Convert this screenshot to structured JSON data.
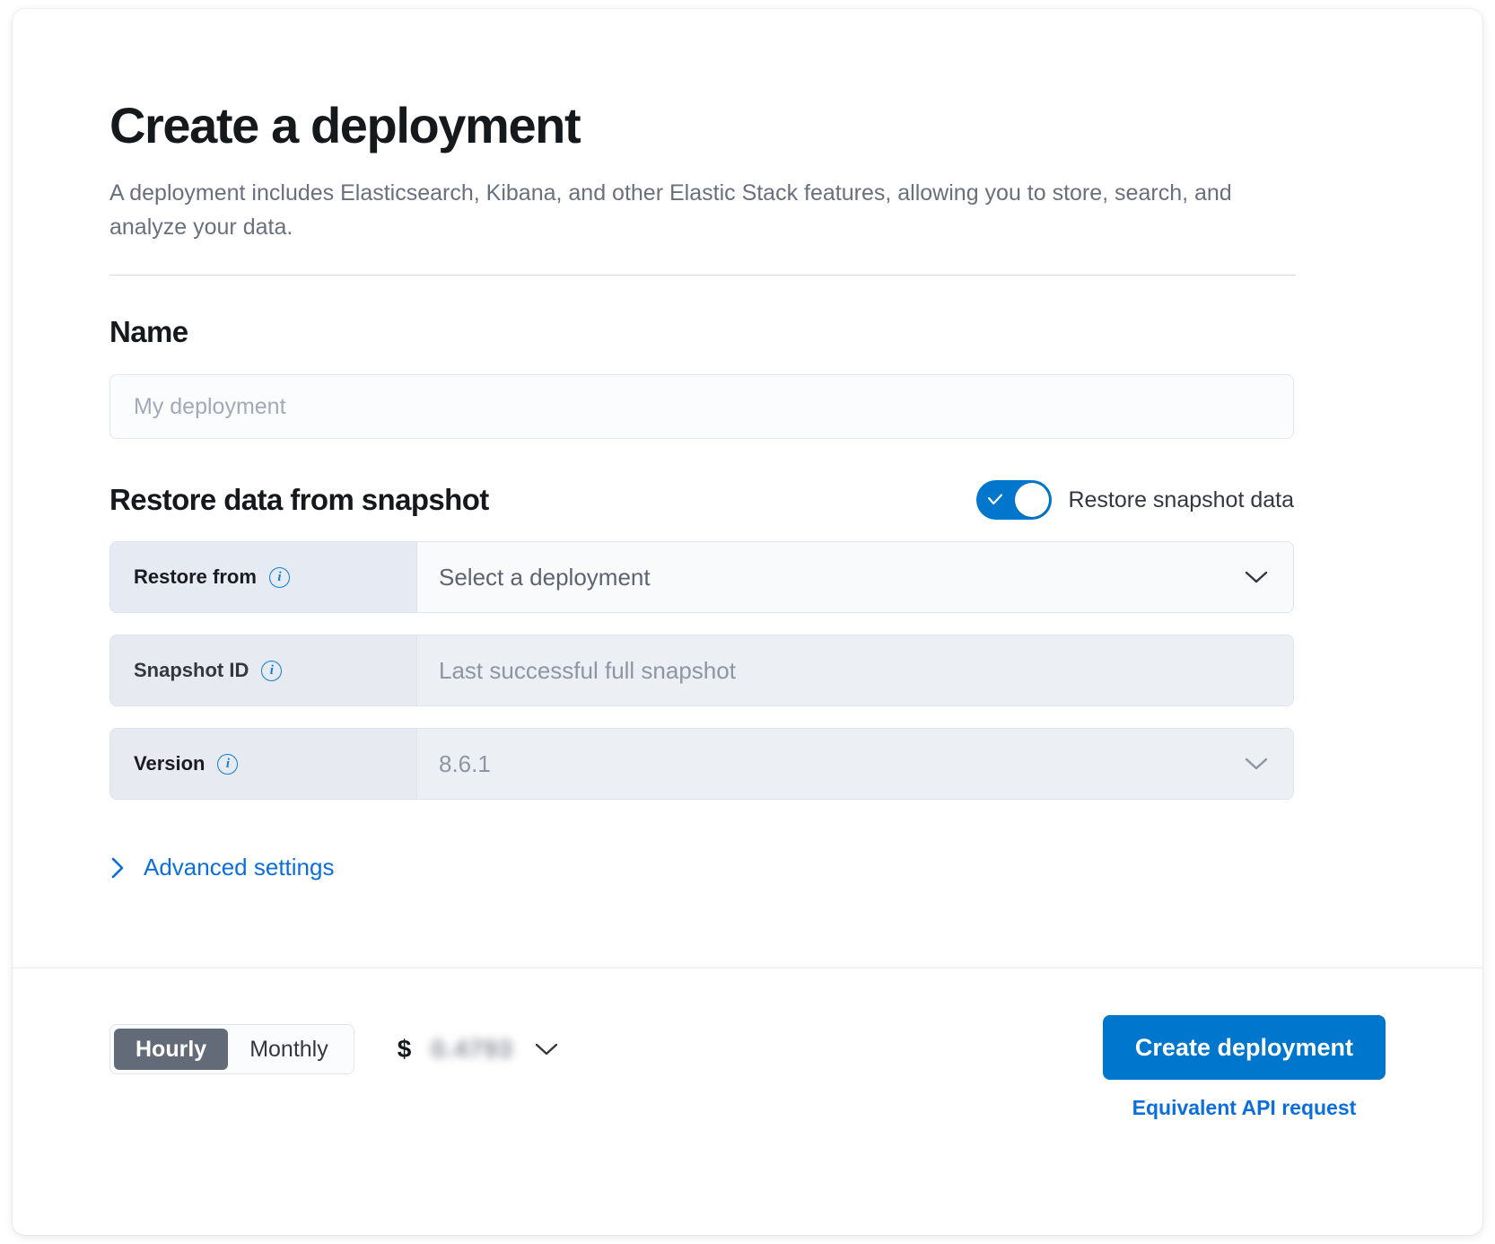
{
  "header": {
    "title": "Create a deployment",
    "subtitle": "A deployment includes Elasticsearch, Kibana, and other Elastic Stack features, allowing you to store, search, and analyze your data."
  },
  "name_section": {
    "heading": "Name",
    "placeholder": "My deployment",
    "value": ""
  },
  "snapshot_section": {
    "heading": "Restore data from snapshot",
    "toggle_label": "Restore snapshot data",
    "toggle_on": true,
    "rows": [
      {
        "label": "Restore from",
        "value": "Select a deployment",
        "has_info": true,
        "has_chevron": true,
        "disabled": false
      },
      {
        "label": "Snapshot ID",
        "value": "Last successful full snapshot",
        "has_info": true,
        "has_chevron": false,
        "disabled": true
      },
      {
        "label": "Version",
        "value": "8.6.1",
        "has_info": true,
        "has_chevron": true,
        "disabled": true
      }
    ],
    "advanced_settings": "Advanced settings"
  },
  "footer": {
    "billing_options": [
      "Hourly",
      "Monthly"
    ],
    "billing_selected": "Hourly",
    "price_currency": "$",
    "price_amount": "0.4793",
    "create_button": "Create deployment",
    "api_link": "Equivalent API request"
  },
  "colors": {
    "accent": "#0077CC",
    "link": "#0B6EDC",
    "segment_active": "#646B78",
    "text": "#16191C",
    "muted": "#69707D"
  }
}
